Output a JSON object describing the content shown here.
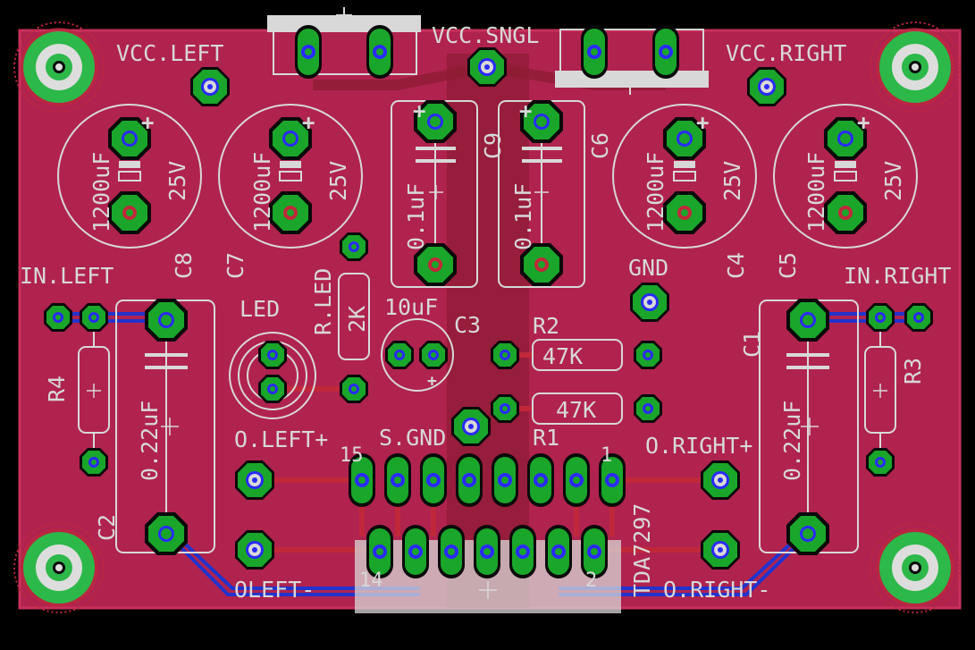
{
  "colors": {
    "background": "#000000",
    "board": "#b0234f",
    "board_edge": "#c8305c",
    "copper_top": "#c0283a",
    "copper_bottom": "#2233cc",
    "pad": "#1aa62a",
    "pad_ring": "#0a0a0a",
    "drill": "#2a2aff",
    "silkscreen": "#d8d8d8",
    "mount_pad": "#2db84a",
    "hole": "#dddddd"
  },
  "labels": {
    "vcc_left": "VCC.LEFT",
    "vcc_sngl": "VCC.SNGL",
    "vcc_right": "VCC.RIGHT",
    "in_left": "IN.LEFT",
    "in_right": "IN.RIGHT",
    "led": "LED",
    "r_led": "R.LED",
    "r_led_value": "2K",
    "gnd": "GND",
    "s_gnd": "S.GND",
    "o_left_plus": "O.LEFT+",
    "o_left_minus": "OLEFT-",
    "o_right_plus": "O.RIGHT+",
    "o_right_minus": "O.RIGHT-",
    "ic_name": "TDA7297",
    "pin_15": "15",
    "pin_1": "1",
    "pin_14": "14",
    "pin_2": "2"
  },
  "components": {
    "c8": {
      "ref": "C8",
      "value": "1200uF",
      "voltage": "25V",
      "plus": "+"
    },
    "c7": {
      "ref": "C7",
      "value": "1200uF",
      "voltage": "25V",
      "plus": "+"
    },
    "c4": {
      "ref": "C4",
      "value": "1200uF",
      "voltage": "25V",
      "plus": "+"
    },
    "c5": {
      "ref": "C5",
      "value": "1200uF",
      "voltage": "25V",
      "plus": "+"
    },
    "c9": {
      "ref": "C9",
      "value": "0.1uF",
      "plus": "+"
    },
    "c6": {
      "ref": "C6",
      "value": "0.1uF",
      "plus": "+"
    },
    "c3": {
      "ref": "C3",
      "value": "10uF",
      "plus": "+"
    },
    "c2": {
      "ref": "C2",
      "value": "0.22uF"
    },
    "c1": {
      "ref": "C1",
      "value": "0.22uF"
    },
    "r1": {
      "ref": "R1",
      "value": "47K"
    },
    "r2": {
      "ref": "R2",
      "value": "47K"
    },
    "r3": {
      "ref": "R3"
    },
    "r4": {
      "ref": "R4"
    }
  }
}
